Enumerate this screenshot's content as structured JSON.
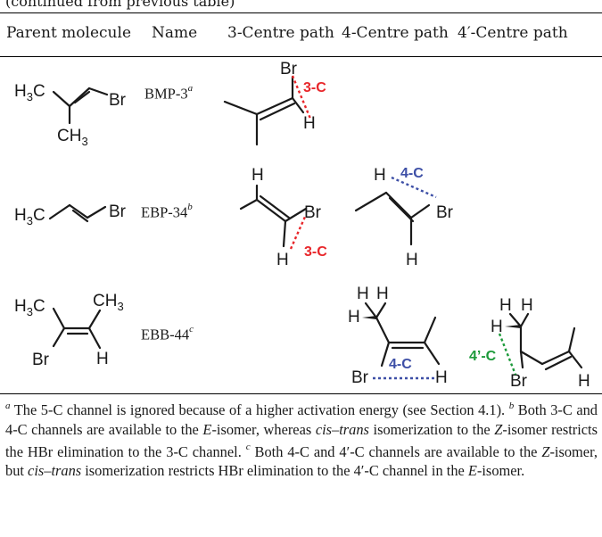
{
  "caption": "(continued from previous table)",
  "header": {
    "col_parent": "Parent molecule",
    "col_name": "Name",
    "col_3c": "3-Centre path",
    "col_4c": "4-Centre path",
    "col_4pc": "4′-Centre path"
  },
  "rows": [
    {
      "name": "BMP-3",
      "footnote_mark": "a"
    },
    {
      "name": "EBP-34",
      "footnote_mark": "b"
    },
    {
      "name": "EBB-44",
      "footnote_mark": "c"
    }
  ],
  "labels": {
    "three_c": "3-C",
    "four_c": "4-C",
    "four_prime_c": "4’-C",
    "br": "Br",
    "h": "H",
    "h3c": "H3C",
    "ch3": "CH3"
  },
  "colors": {
    "three_c": "#e8262a",
    "four_c": "#3d4fa6",
    "four_prime_c": "#1c9a3a",
    "ink": "#1a1a1a"
  },
  "footnotes": {
    "a": {
      "mark": "a",
      "text": "The 5-C channel is ignored because of a higher activation energy (see Section 4.1)."
    },
    "b": {
      "mark": "b",
      "t1": "Both 3-C and 4-C channels are available to the ",
      "e1": "E",
      "t2": "-isomer, whereas ",
      "ct": "cis–trans",
      "t3": " isomerization to the ",
      "z1": "Z",
      "t4": "-isomer restricts the HBr elimination to the 3-C channel."
    },
    "c": {
      "mark": "c",
      "t1": "Both 4-C and 4′-C channels are available to the ",
      "z1": "Z",
      "t2": "-isomer, but ",
      "ct": "cis–trans",
      "t3": " isomerization restricts HBr elimination to the 4′-C channel in the ",
      "e1": "E",
      "t4": "-isomer."
    }
  }
}
